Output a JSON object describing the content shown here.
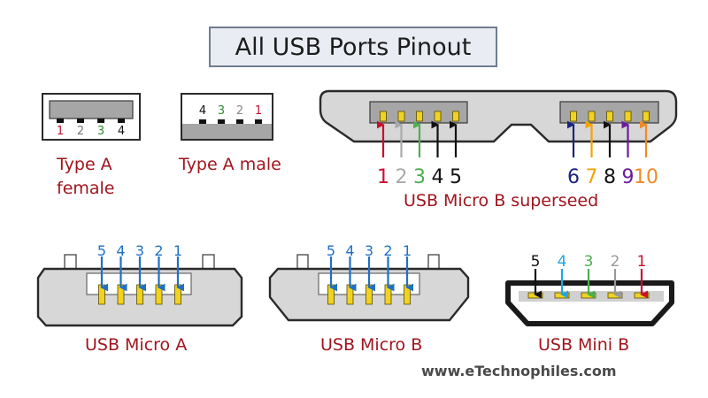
{
  "title": "All USB Ports Pinout",
  "website": "www.eTechnophiles.com",
  "colors": {
    "label_red": "#a1151d",
    "pin_yellow": "#f0d321",
    "pin_blue": "#1565c0"
  },
  "connectors": {
    "type_a_female": {
      "label_line1": "Type A",
      "label_line2": "female",
      "pins": [
        {
          "n": "1",
          "color": "#c8102e"
        },
        {
          "n": "2",
          "color": "#777777"
        },
        {
          "n": "3",
          "color": "#2e8b2e"
        },
        {
          "n": "4",
          "color": "#111111"
        }
      ]
    },
    "type_a_male": {
      "label": "Type A male",
      "pins": [
        {
          "n": "4",
          "color": "#111111"
        },
        {
          "n": "3",
          "color": "#2e8b2e"
        },
        {
          "n": "2",
          "color": "#888888"
        },
        {
          "n": "1",
          "color": "#c8102e"
        }
      ]
    },
    "micro_b_superspeed": {
      "label": "USB Micro B superseed",
      "left_pins": [
        {
          "n": "1",
          "color": "#c8102e"
        },
        {
          "n": "2",
          "color": "#a9a9a9"
        },
        {
          "n": "3",
          "color": "#4caf50"
        },
        {
          "n": "4",
          "color": "#111111"
        },
        {
          "n": "5",
          "color": "#111111"
        }
      ],
      "right_pins": [
        {
          "n": "6",
          "color": "#1a237e"
        },
        {
          "n": "7",
          "color": "#f5a300"
        },
        {
          "n": "8",
          "color": "#111111"
        },
        {
          "n": "9",
          "color": "#6a1b9a"
        },
        {
          "n": "10",
          "color": "#f08a24"
        }
      ]
    },
    "micro_a": {
      "label": "USB Micro A",
      "pins": [
        "5",
        "4",
        "3",
        "2",
        "1"
      ],
      "arrow_color": "#1e6fc8"
    },
    "micro_b": {
      "label": "USB Micro B",
      "pins": [
        "5",
        "4",
        "3",
        "2",
        "1"
      ],
      "arrow_color": "#1e6fc8"
    },
    "mini_b": {
      "label": "USB Mini B",
      "pins": [
        {
          "n": "5",
          "color": "#111111"
        },
        {
          "n": "4",
          "color": "#1ea7e1"
        },
        {
          "n": "3",
          "color": "#4caf50"
        },
        {
          "n": "2",
          "color": "#999999"
        },
        {
          "n": "1",
          "color": "#c8102e"
        }
      ]
    }
  }
}
